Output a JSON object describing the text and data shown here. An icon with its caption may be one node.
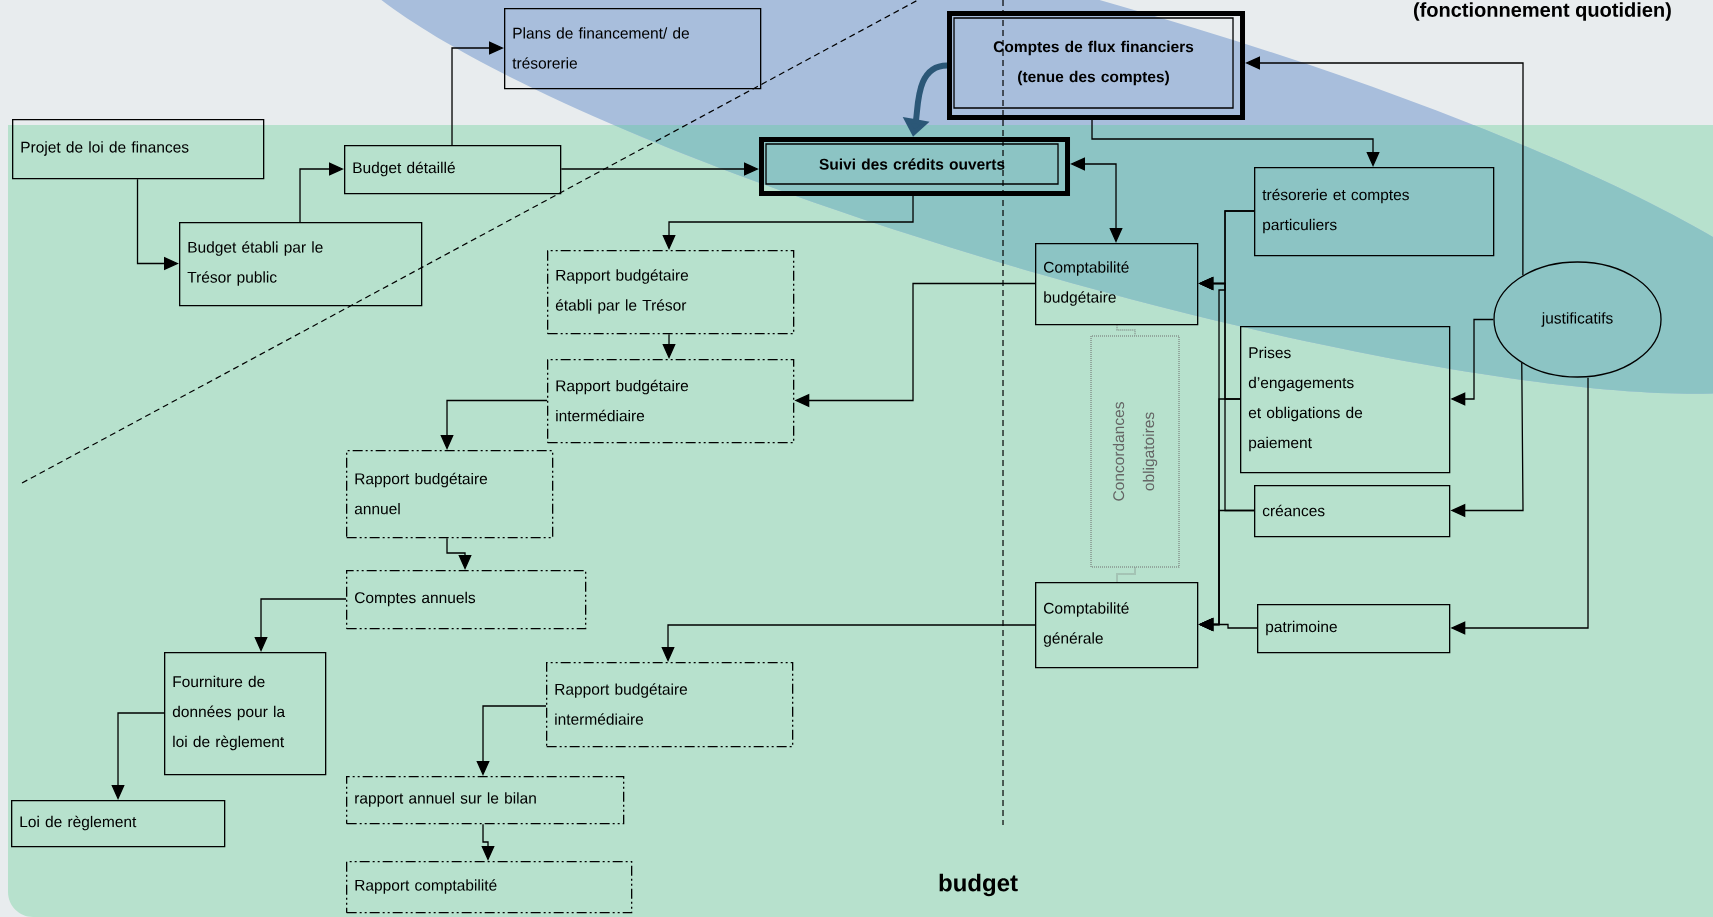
{
  "diagram": {
    "nodes": [
      {
        "text": [
          "Plans de financement/ de trésorerie"
        ]
      },
      {
        "text": [
          "Projet de loi de finances"
        ]
      },
      {
        "text": [
          "Budget détaillé"
        ]
      },
      {
        "text": [
          "Budget établi par le Trésor public"
        ]
      },
      {
        "text": [
          "Suivi des crédits ouverts"
        ]
      },
      {
        "text": [
          "Comptes de flux financiers (tenue des comptes)"
        ]
      },
      {
        "text": [
          "Rapport budgétaire établi par le Trésor"
        ]
      },
      {
        "text": [
          "Rapport budgétaire intermédiaire"
        ]
      },
      {
        "text": [
          "Rapport budgétaire annuel"
        ]
      },
      {
        "text": [
          "Comptes annuels"
        ]
      },
      {
        "text": [
          "Fourniture de données pour la loi de règlement"
        ]
      },
      {
        "text": [
          "Loi de règlement"
        ]
      },
      {
        "text": [
          "Rapport budgétaire intermédiaire"
        ]
      },
      {
        "text": [
          "rapport annuel sur le bilan"
        ]
      },
      {
        "text": [
          "Rapport comptabilité"
        ]
      },
      {
        "text": [
          "trésorerie et comptes particuliers"
        ]
      },
      {
        "text": [
          "Comptabilité budgétaire"
        ]
      },
      {
        "text": [
          "Concordances obligatoires"
        ]
      },
      {
        "text": [
          "Prises d’engagements et obligations de paiement"
        ]
      },
      {
        "text": [
          "justificatifs"
        ]
      },
      {
        "text": [
          "créances"
        ]
      },
      {
        "text": [
          "Comptabilité générale"
        ]
      },
      {
        "text": [
          "patrimoine"
        ]
      }
    ],
    "edges": [
      {
        "from": 1,
        "to": 3,
        "arrow": "to"
      },
      {
        "from": 3,
        "to": 2,
        "arrow": "to"
      },
      {
        "from": 2,
        "to": 0,
        "arrow": "to"
      },
      {
        "from": 2,
        "to": 4,
        "arrow": "to"
      },
      {
        "from": 5,
        "to": 4,
        "arrow": "to",
        "style": "thick",
        "color": "#2b5777"
      },
      {
        "from": 4,
        "to": 6,
        "arrow": "to"
      },
      {
        "from": 6,
        "to": 7,
        "arrow": "to"
      },
      {
        "from": 16,
        "to": 7,
        "arrow": "to"
      },
      {
        "from": 7,
        "to": 8,
        "arrow": "to"
      },
      {
        "from": 8,
        "to": 9,
        "arrow": "to"
      },
      {
        "from": 9,
        "to": 10,
        "arrow": "to"
      },
      {
        "from": 10,
        "to": 11,
        "arrow": "to"
      },
      {
        "from": 21,
        "to": 12,
        "arrow": "to"
      },
      {
        "from": 12,
        "to": 13,
        "arrow": "to"
      },
      {
        "from": 13,
        "to": 14,
        "arrow": "to"
      },
      {
        "from": 4,
        "to": 16,
        "arrow": "both"
      },
      {
        "from": 5,
        "to": 15,
        "arrow": "to"
      },
      {
        "from": 19,
        "to": 5,
        "arrow": "to"
      },
      {
        "from": 19,
        "to": 20,
        "arrow": "to"
      },
      {
        "from": 19,
        "to": 18,
        "arrow": "to"
      },
      {
        "from": 19,
        "to": 22,
        "arrow": "to"
      },
      {
        "from": 15,
        "to": 16,
        "arrow": "to"
      },
      {
        "from": 18,
        "to": 16,
        "arrow": "to"
      },
      {
        "from": 20,
        "to": 16,
        "arrow": "to"
      },
      {
        "from": 15,
        "to": 21,
        "arrow": "to"
      },
      {
        "from": 18,
        "to": 21,
        "arrow": "to"
      },
      {
        "from": 20,
        "to": 21,
        "arrow": "to"
      },
      {
        "from": 22,
        "to": 21,
        "arrow": "to"
      },
      {
        "from": 16,
        "to": 17,
        "arrow": "none",
        "style": "dashed",
        "color": "#6e6e6e"
      },
      {
        "from": 17,
        "to": 21,
        "arrow": "none",
        "style": "dashed",
        "color": "#6e6e6e"
      }
    ],
    "labels": [
      "(fonctionnement quotidien)",
      "budget"
    ]
  }
}
